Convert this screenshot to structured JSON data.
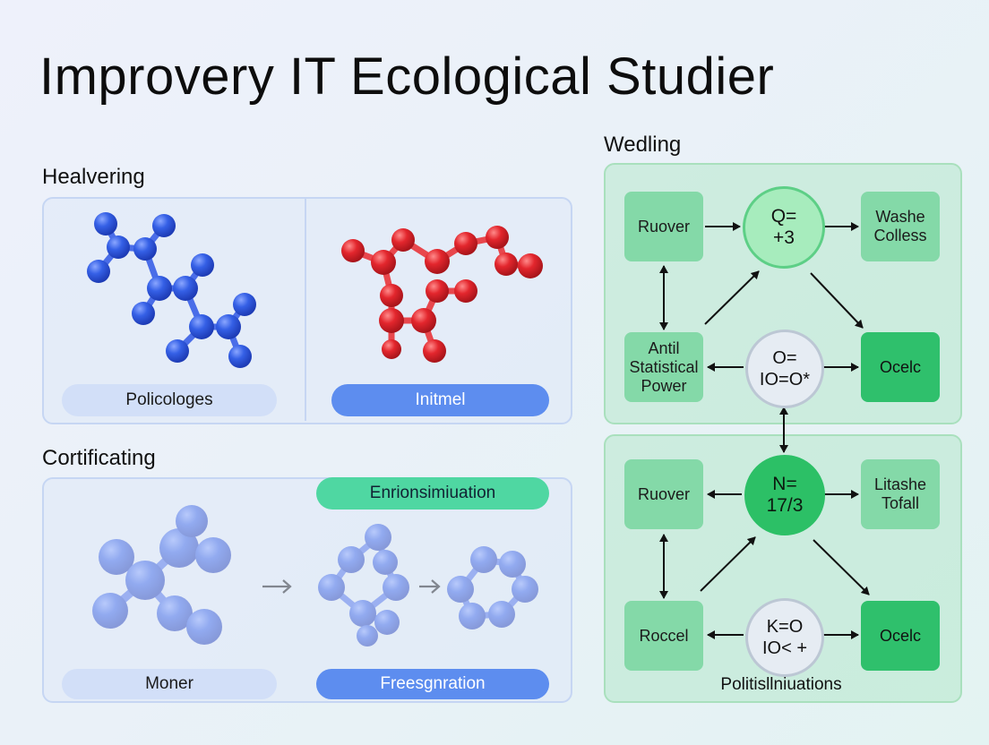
{
  "title": "Improvery IT Ecological Studier",
  "left": {
    "section1": {
      "label": "Healvering",
      "pill_left": "Policologes",
      "pill_right": "Initmel"
    },
    "section2": {
      "label": "Cortificating",
      "pill_top": "Enrionsimiuation",
      "pill_left": "Moner",
      "pill_right": "Freesgnration"
    }
  },
  "right": {
    "label": "Wedling",
    "top": {
      "node_tl": "Ruover",
      "circle_top": "Q=\n+3",
      "node_tr": "Washe\nColless",
      "node_bl": "Antil\nStatistical\nPower",
      "circle_mid": "O=\nIO=O*",
      "node_br": "Ocelc"
    },
    "bottom": {
      "node_tl": "Ruover",
      "circle_top": "N=\n17/3",
      "node_tr": "Litashe\nTofall",
      "node_bl": "Roccel",
      "circle_mid": "K=O\nIO< +",
      "node_br": "Ocelc",
      "footer": "Politisllniuations"
    }
  },
  "colors": {
    "molecule_blue": "#2f55e0",
    "molecule_red": "#e3262d",
    "accent_green": "#2cc066",
    "accent_teal": "#4fd7a2",
    "accent_blue": "#5d8def"
  },
  "icons": [
    "right-arrow-icon",
    "double-arrow-icon"
  ]
}
